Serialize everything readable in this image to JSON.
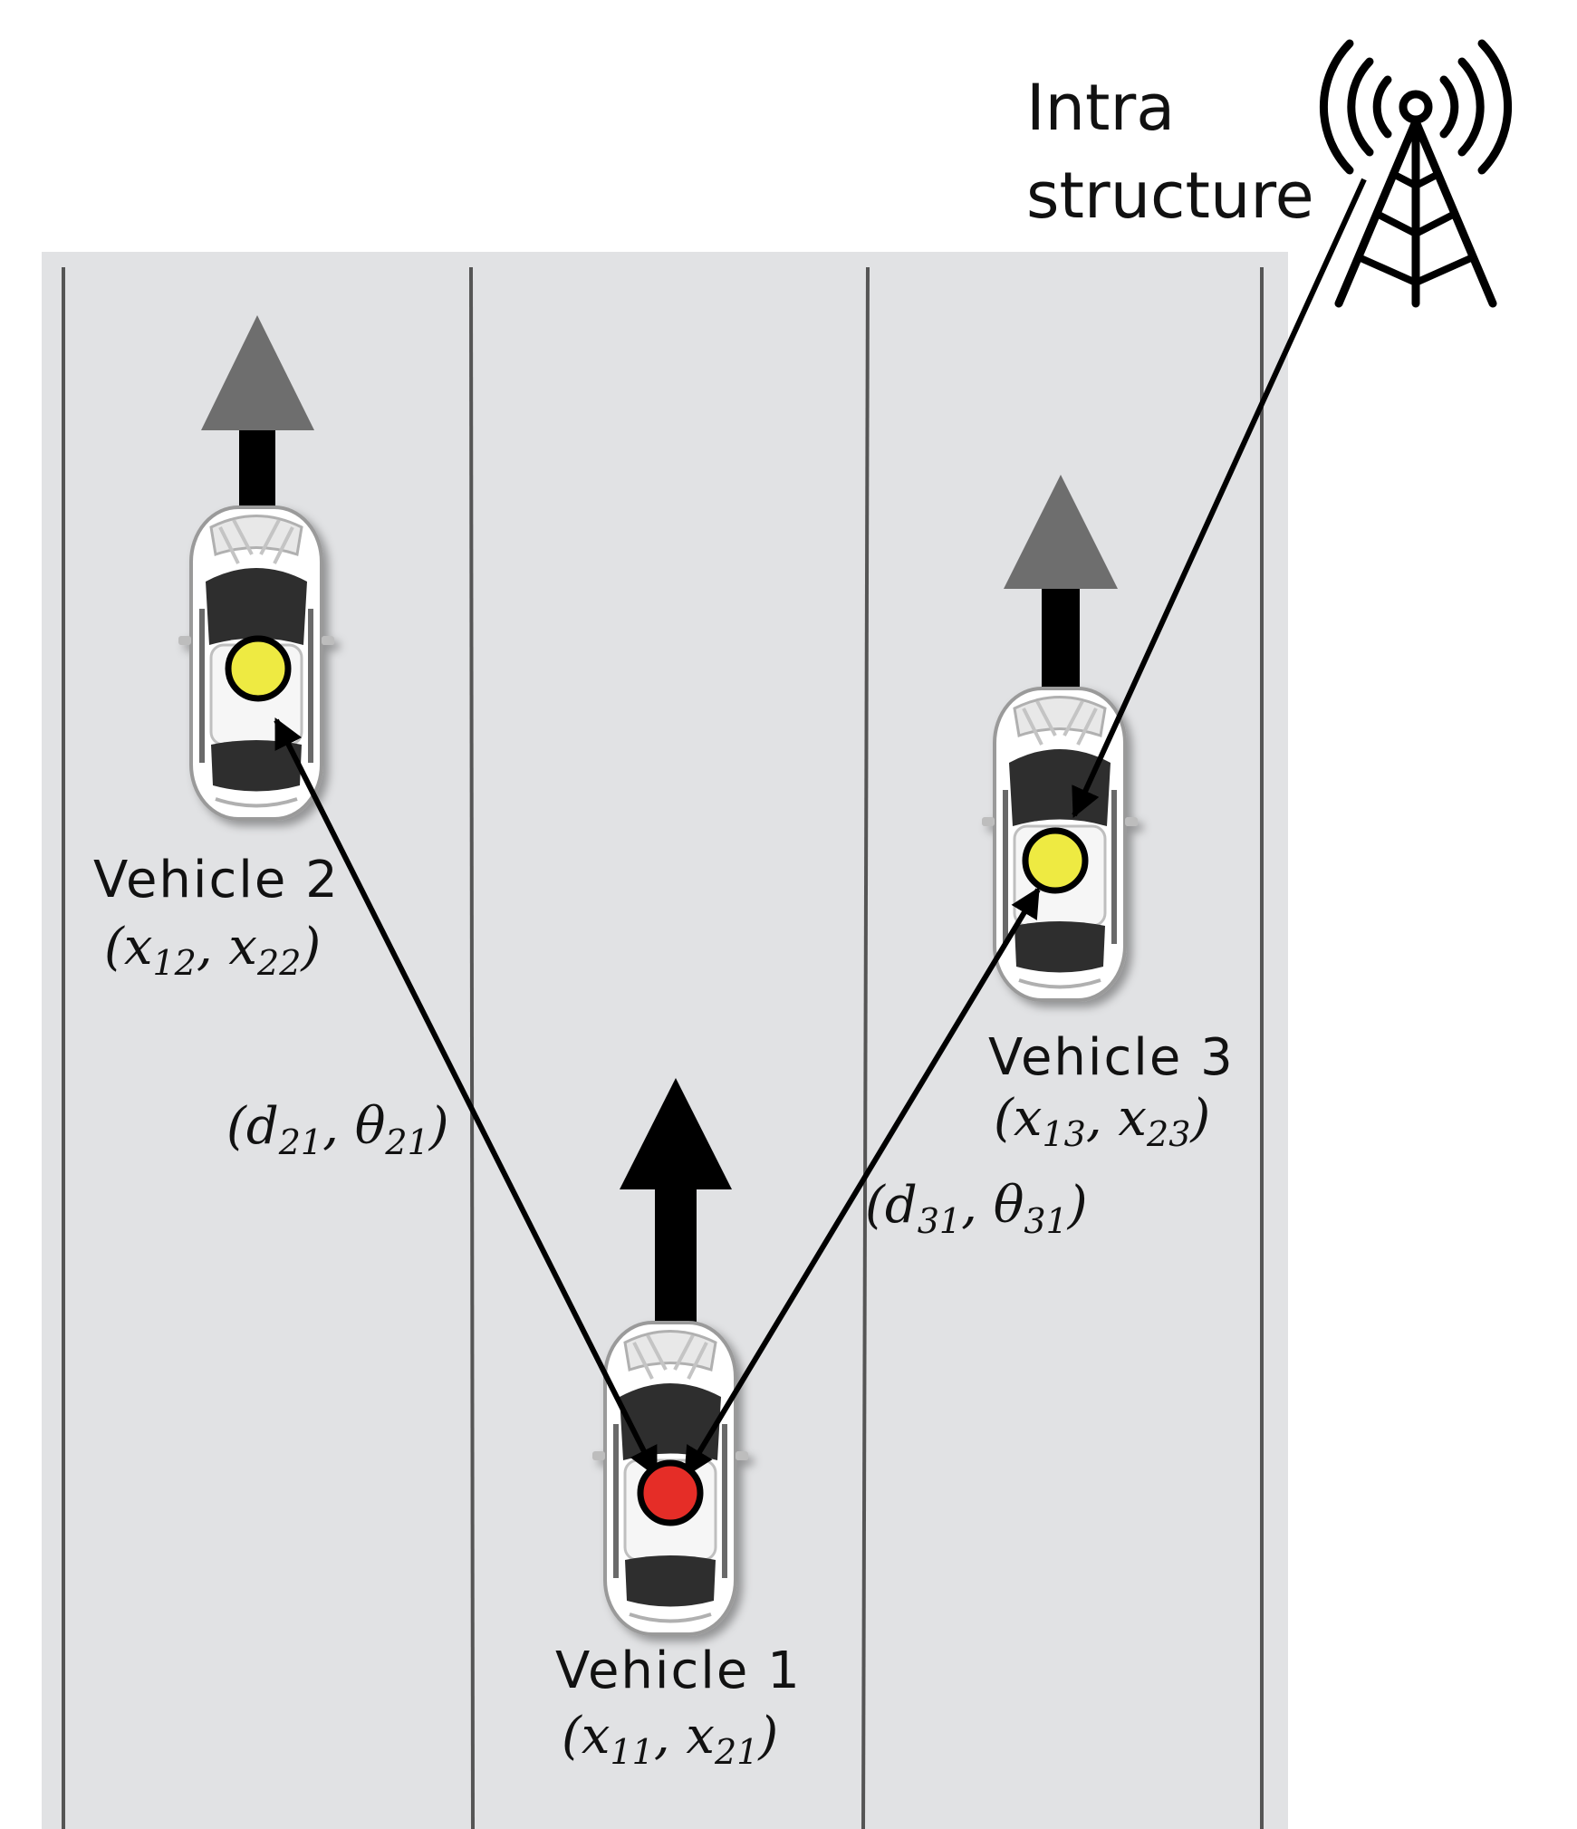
{
  "infrastructure": {
    "label_line1": "Intra",
    "label_line2": "structure",
    "icon": "radio-tower-icon"
  },
  "vehicles": [
    {
      "id": "vehicle-1",
      "name": "Vehicle 1",
      "coord_var": "x",
      "idx_a": "11",
      "idx_b": "21",
      "dot_color": "#e52d27",
      "role": "ego"
    },
    {
      "id": "vehicle-2",
      "name": "Vehicle 2",
      "coord_var": "x",
      "idx_a": "12",
      "idx_b": "22",
      "dot_color": "#eeea42",
      "role": "neighbor"
    },
    {
      "id": "vehicle-3",
      "name": "Vehicle 3",
      "coord_var": "x",
      "idx_a": "13",
      "idx_b": "23",
      "dot_color": "#eeea42",
      "role": "neighbor"
    }
  ],
  "links": [
    {
      "id": "link-1-2",
      "distance_var": "d",
      "angle_var": "θ",
      "index": "21"
    },
    {
      "id": "link-1-3",
      "distance_var": "d",
      "angle_var": "θ",
      "index": "31"
    }
  ],
  "colors": {
    "road": "#e1e2e4",
    "lane_line": "#555555",
    "ego_arrow": "#000000",
    "neighbor_arrow_head": "#6e6e6e"
  }
}
